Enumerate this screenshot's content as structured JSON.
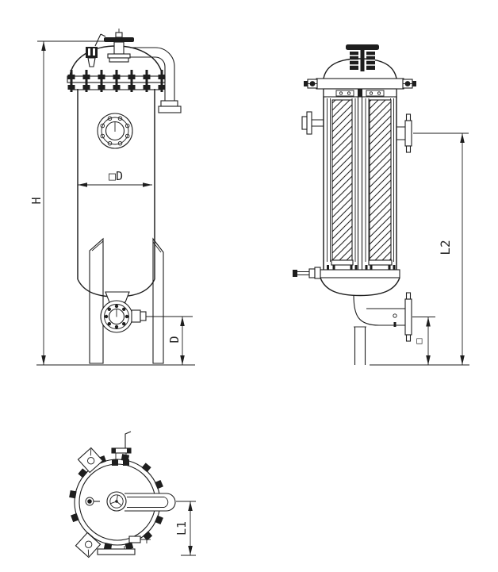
{
  "drawing": {
    "kind": "technical-drawing",
    "colors": {
      "line": "#1e1e1e",
      "background": "#ffffff"
    },
    "labels": {
      "front_height": "H",
      "front_diameter": "□D",
      "front_outlet_height": "D",
      "section_nozzle_height": "L2",
      "section_outlet_height": "□",
      "top_pipe_length": "L1"
    }
  }
}
